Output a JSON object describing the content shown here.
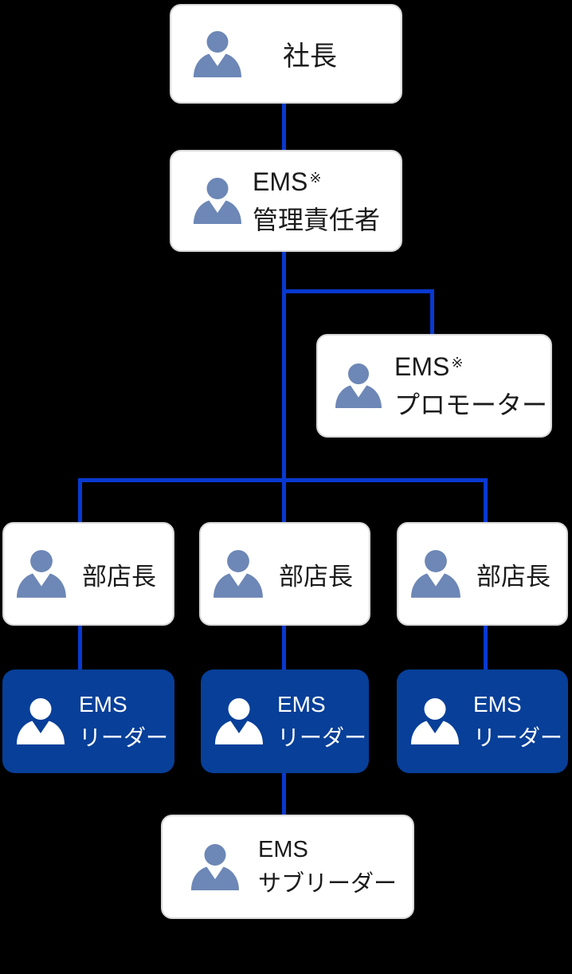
{
  "colors": {
    "background": "#000000",
    "connector": "#0839d0",
    "node_fill_light": "#ffffff",
    "node_fill_dark": "#073f99",
    "node_border_light": "#d9d9d9",
    "icon_blue": "#6d87b6",
    "icon_white": "#ffffff",
    "text_dark": "#1b1b1b",
    "text_light": "#ffffff"
  },
  "icons": {
    "person": "person-silhouette"
  },
  "nodes": {
    "president": {
      "line1": "社長"
    },
    "ems_manager": {
      "line1": "EMS",
      "sup": "※",
      "line2": "管理責任者"
    },
    "ems_promoter": {
      "line1": "EMS",
      "sup": "※",
      "line2": "プロモーター"
    },
    "branch_manager_1": {
      "line1": "部店長"
    },
    "branch_manager_2": {
      "line1": "部店長"
    },
    "branch_manager_3": {
      "line1": "部店長"
    },
    "ems_leader_1": {
      "line1": "EMS",
      "line2": "リーダー"
    },
    "ems_leader_2": {
      "line1": "EMS",
      "line2": "リーダー"
    },
    "ems_leader_3": {
      "line1": "EMS",
      "line2": "リーダー"
    },
    "ems_subleader": {
      "line1": "EMS",
      "line2": "サブリーダー"
    }
  }
}
